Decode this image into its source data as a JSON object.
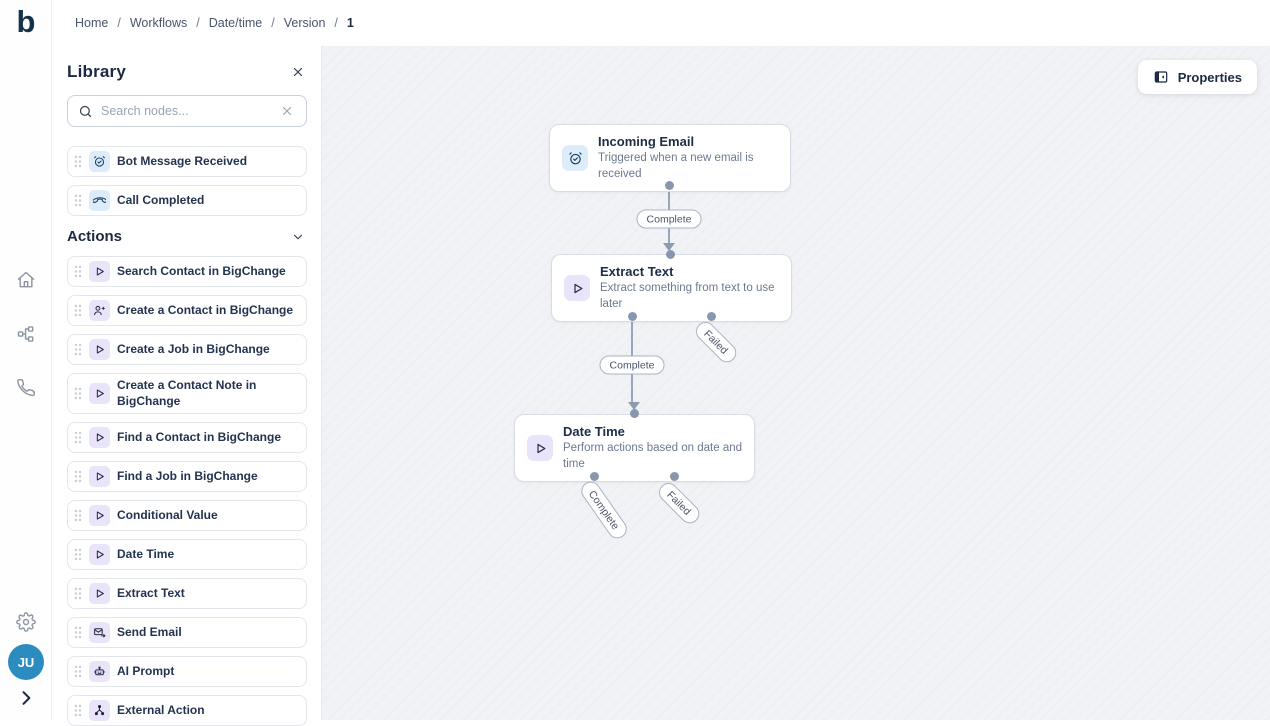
{
  "app": {
    "logo": "b"
  },
  "breadcrumb": {
    "items": [
      "Home",
      "Workflows",
      "Date/time",
      "Version"
    ],
    "current": "1",
    "separator": "/"
  },
  "rail": {
    "avatar_initials": "JU"
  },
  "library": {
    "title": "Library",
    "search_placeholder": "Search nodes...",
    "search_value": "",
    "triggers": [
      {
        "label": "Bot Message Received",
        "icon": "alarm-check-icon"
      },
      {
        "label": "Call Completed",
        "icon": "phone-icon"
      }
    ],
    "actions_header": "Actions",
    "actions": [
      {
        "label": "Search Contact in BigChange",
        "icon": "play-icon"
      },
      {
        "label": "Create a Contact in BigChange",
        "icon": "user-plus-icon"
      },
      {
        "label": "Create a Job in BigChange",
        "icon": "play-icon"
      },
      {
        "label": "Create a Contact Note in BigChange",
        "icon": "play-icon"
      },
      {
        "label": "Find a Contact in BigChange",
        "icon": "play-icon"
      },
      {
        "label": "Find a Job in BigChange",
        "icon": "play-icon"
      },
      {
        "label": "Conditional Value",
        "icon": "play-icon"
      },
      {
        "label": "Date Time",
        "icon": "play-icon"
      },
      {
        "label": "Extract Text",
        "icon": "play-icon"
      },
      {
        "label": "Send Email",
        "icon": "mail-send-icon"
      },
      {
        "label": "AI Prompt",
        "icon": "robot-icon"
      },
      {
        "label": "External Action",
        "icon": "branch-icon"
      }
    ]
  },
  "canvas": {
    "properties_button": "Properties",
    "nodes": [
      {
        "title": "Incoming Email",
        "description": "Triggered when a new email is received",
        "kind": "trigger",
        "icon": "alarm-check-icon"
      },
      {
        "title": "Extract Text",
        "description": "Extract something from text to use later",
        "kind": "action",
        "icon": "play-icon"
      },
      {
        "title": "Date Time",
        "description": "Perform actions based on date and time",
        "kind": "action",
        "icon": "play-icon"
      }
    ],
    "edge_labels": {
      "complete": "Complete",
      "failed": "Failed"
    }
  },
  "colors": {
    "canvas_bg": "#f1f2f5",
    "trigger_chip_bg": "#dcecfa",
    "action_chip_bg": "#e9e4fa",
    "edge": "#99a5b9",
    "title_text": "#1c2940",
    "avatar_bg": "#2d8cbf"
  }
}
